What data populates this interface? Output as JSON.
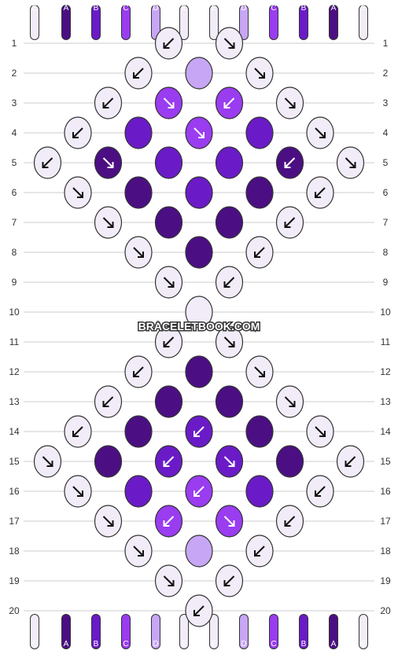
{
  "watermark": "BRACELETBOOK.COM",
  "colors": {
    "A": "#4b0f83",
    "B": "#6a1bc7",
    "C": "#9a3cf0",
    "D": "#c7a6f5",
    "E": "#f1ecf7",
    "outline": "#333333",
    "grid": "#cccccc"
  },
  "strands": [
    "E",
    "A",
    "B",
    "C",
    "D",
    "E",
    "E",
    "D",
    "C",
    "B",
    "A",
    "E"
  ],
  "row_labels": [
    "1",
    "2",
    "3",
    "4",
    "5",
    "6",
    "7",
    "8",
    "9",
    "10",
    "11",
    "12",
    "13",
    "14",
    "15",
    "16",
    "17",
    "18",
    "19",
    "20"
  ],
  "knots": [
    {
      "row": 1,
      "pos": 0,
      "color": "E",
      "dir": "sw"
    },
    {
      "row": 1,
      "pos": 1,
      "color": "E",
      "dir": "se"
    },
    {
      "row": 2,
      "pos": 0,
      "color": "E",
      "dir": "sw"
    },
    {
      "row": 2,
      "pos": 1,
      "color": "D",
      "dir": "none"
    },
    {
      "row": 2,
      "pos": 2,
      "color": "E",
      "dir": "se"
    },
    {
      "row": 3,
      "pos": 0,
      "color": "E",
      "dir": "sw"
    },
    {
      "row": 3,
      "pos": 1,
      "color": "C",
      "dir": "se"
    },
    {
      "row": 3,
      "pos": 2,
      "color": "C",
      "dir": "sw"
    },
    {
      "row": 3,
      "pos": 3,
      "color": "E",
      "dir": "se"
    },
    {
      "row": 4,
      "pos": 0,
      "color": "E",
      "dir": "sw"
    },
    {
      "row": 4,
      "pos": 1,
      "color": "B",
      "dir": "none"
    },
    {
      "row": 4,
      "pos": 2,
      "color": "C",
      "dir": "se"
    },
    {
      "row": 4,
      "pos": 3,
      "color": "B",
      "dir": "none"
    },
    {
      "row": 4,
      "pos": 4,
      "color": "E",
      "dir": "se"
    },
    {
      "row": 5,
      "pos": 0,
      "color": "E",
      "dir": "sw"
    },
    {
      "row": 5,
      "pos": 1,
      "color": "A",
      "dir": "se"
    },
    {
      "row": 5,
      "pos": 2,
      "color": "B",
      "dir": "none"
    },
    {
      "row": 5,
      "pos": 3,
      "color": "B",
      "dir": "none"
    },
    {
      "row": 5,
      "pos": 4,
      "color": "A",
      "dir": "sw"
    },
    {
      "row": 5,
      "pos": 5,
      "color": "E",
      "dir": "se"
    },
    {
      "row": 6,
      "pos": 0,
      "color": "E",
      "dir": "se"
    },
    {
      "row": 6,
      "pos": 1,
      "color": "A",
      "dir": "none"
    },
    {
      "row": 6,
      "pos": 2,
      "color": "B",
      "dir": "none"
    },
    {
      "row": 6,
      "pos": 3,
      "color": "A",
      "dir": "none"
    },
    {
      "row": 6,
      "pos": 4,
      "color": "E",
      "dir": "sw"
    },
    {
      "row": 7,
      "pos": 0,
      "color": "E",
      "dir": "se"
    },
    {
      "row": 7,
      "pos": 1,
      "color": "A",
      "dir": "none"
    },
    {
      "row": 7,
      "pos": 2,
      "color": "A",
      "dir": "none"
    },
    {
      "row": 7,
      "pos": 3,
      "color": "E",
      "dir": "sw"
    },
    {
      "row": 8,
      "pos": 0,
      "color": "E",
      "dir": "se"
    },
    {
      "row": 8,
      "pos": 1,
      "color": "A",
      "dir": "none"
    },
    {
      "row": 8,
      "pos": 2,
      "color": "E",
      "dir": "sw"
    },
    {
      "row": 9,
      "pos": 0,
      "color": "E",
      "dir": "se"
    },
    {
      "row": 9,
      "pos": 1,
      "color": "E",
      "dir": "sw"
    },
    {
      "row": 10,
      "pos": 0,
      "color": "E",
      "dir": "none"
    },
    {
      "row": 11,
      "pos": 0,
      "color": "E",
      "dir": "sw"
    },
    {
      "row": 11,
      "pos": 1,
      "color": "E",
      "dir": "se"
    },
    {
      "row": 12,
      "pos": 0,
      "color": "E",
      "dir": "sw"
    },
    {
      "row": 12,
      "pos": 1,
      "color": "A",
      "dir": "none"
    },
    {
      "row": 12,
      "pos": 2,
      "color": "E",
      "dir": "se"
    },
    {
      "row": 13,
      "pos": 0,
      "color": "E",
      "dir": "sw"
    },
    {
      "row": 13,
      "pos": 1,
      "color": "A",
      "dir": "none"
    },
    {
      "row": 13,
      "pos": 2,
      "color": "A",
      "dir": "none"
    },
    {
      "row": 13,
      "pos": 3,
      "color": "E",
      "dir": "se"
    },
    {
      "row": 14,
      "pos": 0,
      "color": "E",
      "dir": "sw"
    },
    {
      "row": 14,
      "pos": 1,
      "color": "A",
      "dir": "none"
    },
    {
      "row": 14,
      "pos": 2,
      "color": "B",
      "dir": "sw"
    },
    {
      "row": 14,
      "pos": 3,
      "color": "A",
      "dir": "none"
    },
    {
      "row": 14,
      "pos": 4,
      "color": "E",
      "dir": "se"
    },
    {
      "row": 15,
      "pos": 0,
      "color": "E",
      "dir": "se"
    },
    {
      "row": 15,
      "pos": 1,
      "color": "A",
      "dir": "none"
    },
    {
      "row": 15,
      "pos": 2,
      "color": "B",
      "dir": "sw"
    },
    {
      "row": 15,
      "pos": 3,
      "color": "B",
      "dir": "se"
    },
    {
      "row": 15,
      "pos": 4,
      "color": "A",
      "dir": "none"
    },
    {
      "row": 15,
      "pos": 5,
      "color": "E",
      "dir": "sw"
    },
    {
      "row": 16,
      "pos": 0,
      "color": "E",
      "dir": "se"
    },
    {
      "row": 16,
      "pos": 1,
      "color": "B",
      "dir": "none"
    },
    {
      "row": 16,
      "pos": 2,
      "color": "C",
      "dir": "sw"
    },
    {
      "row": 16,
      "pos": 3,
      "color": "B",
      "dir": "none"
    },
    {
      "row": 16,
      "pos": 4,
      "color": "E",
      "dir": "sw"
    },
    {
      "row": 17,
      "pos": 0,
      "color": "E",
      "dir": "se"
    },
    {
      "row": 17,
      "pos": 1,
      "color": "C",
      "dir": "sw"
    },
    {
      "row": 17,
      "pos": 2,
      "color": "C",
      "dir": "se"
    },
    {
      "row": 17,
      "pos": 3,
      "color": "E",
      "dir": "sw"
    },
    {
      "row": 18,
      "pos": 0,
      "color": "E",
      "dir": "se"
    },
    {
      "row": 18,
      "pos": 1,
      "color": "D",
      "dir": "none"
    },
    {
      "row": 18,
      "pos": 2,
      "color": "E",
      "dir": "sw"
    },
    {
      "row": 19,
      "pos": 0,
      "color": "E",
      "dir": "se"
    },
    {
      "row": 19,
      "pos": 1,
      "color": "E",
      "dir": "sw"
    },
    {
      "row": 20,
      "pos": 0,
      "color": "E",
      "dir": "sw"
    }
  ]
}
